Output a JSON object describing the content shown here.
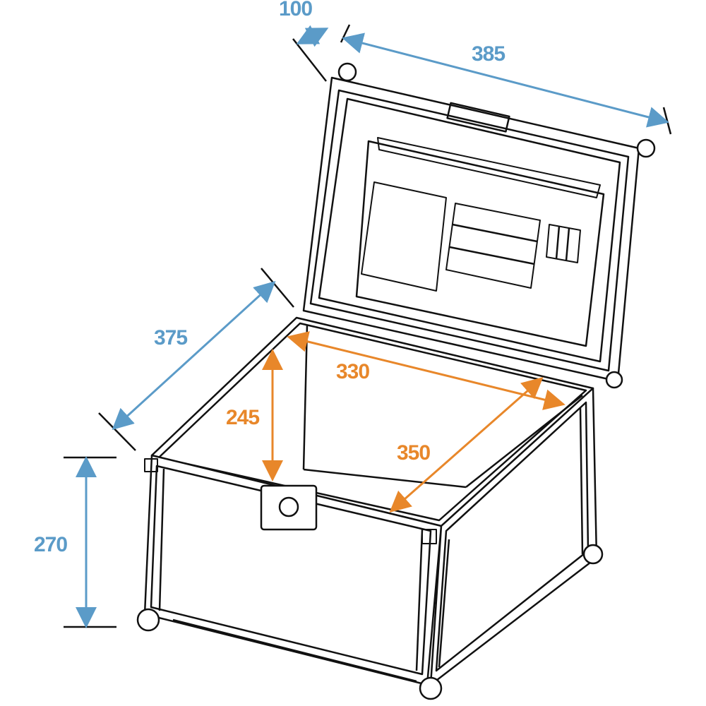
{
  "colors": {
    "outer_dimension": "#5b9bc8",
    "inner_dimension": "#e8872a",
    "line": "#111111"
  },
  "outer_dimensions": {
    "lid_depth": "100",
    "width": "385",
    "depth": "375",
    "height": "270"
  },
  "inner_dimensions": {
    "width": "330",
    "height": "245",
    "depth": "350"
  }
}
